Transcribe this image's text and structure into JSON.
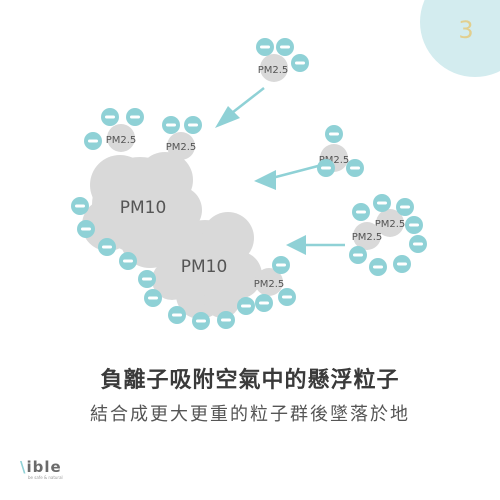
{
  "step_number": "3",
  "particles": {
    "large_1": "PM10",
    "large_2": "PM10",
    "small_1": "PM2.5",
    "small_2": "PM2.5",
    "small_3": "PM2.5",
    "small_4": "PM2.5",
    "small_5": "PM2.5",
    "small_6": "PM2.5",
    "small_7": "PM2.5"
  },
  "headline": "負離子吸附空氣中的懸浮粒子",
  "subline": "結合成更大更重的粒子群後墜落於地",
  "brand": {
    "name": "ible",
    "tagline": "be safe & natural"
  },
  "colors": {
    "ion": "#8fd1d6",
    "ion_mark": "#ffffff",
    "particle": "#d9d9d9",
    "arrow": "#8fd1d6",
    "corner": "#d3ecef",
    "step_number": "#e2cf8e",
    "text": "#3a3a3a"
  }
}
